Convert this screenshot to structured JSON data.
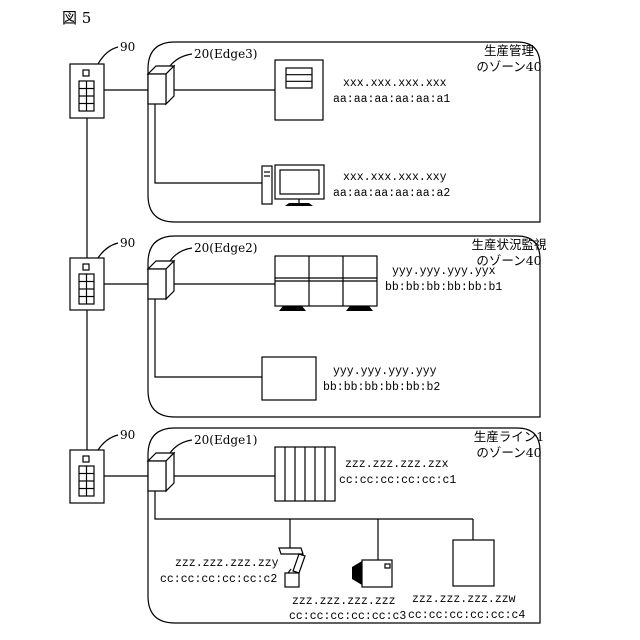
{
  "figure_label": "図 5",
  "zones": [
    {
      "name_line1": "生産管理",
      "name_line2": "のゾーン40",
      "switch_label": "90",
      "edge_label": "20(Edge3)",
      "devices": [
        {
          "type": "server",
          "ip": "xxx.xxx.xxx.xxx",
          "mac": "aa:aa:aa:aa:aa:a1"
        },
        {
          "type": "pc",
          "ip": "xxx.xxx.xxx.xxy",
          "mac": "aa:aa:aa:aa:aa:a2"
        }
      ]
    },
    {
      "name_line1": "生産状況監視",
      "name_line2": "のゾーン40",
      "switch_label": "90",
      "edge_label": "20(Edge2)",
      "devices": [
        {
          "type": "display-wall",
          "ip": "yyy.yyy.yyy.yyx",
          "mac": "bb:bb:bb:bb:bb:b1"
        },
        {
          "type": "box",
          "ip": "yyy.yyy.yyy.yyy",
          "mac": "bb:bb:bb:bb:bb:b2"
        }
      ]
    },
    {
      "name_line1": "生産ライン1",
      "name_line2": "のゾーン40",
      "switch_label": "90",
      "edge_label": "20(Edge1)",
      "devices": [
        {
          "type": "rack",
          "ip": "zzz.zzz.zzz.zzx",
          "mac": "cc:cc:cc:cc:cc:c1"
        },
        {
          "type": "robot-arm",
          "ip": "zzz.zzz.zzz.zzy",
          "mac": "cc:cc:cc:cc:cc:c2"
        },
        {
          "type": "camera",
          "ip": "zzz.zzz.zzz.zzz",
          "mac": "cc:cc:cc:cc:cc:c3"
        },
        {
          "type": "box",
          "ip": "zzz.zzz.zzz.zzw",
          "mac": "cc:cc:cc:cc:cc:c4"
        }
      ]
    }
  ]
}
